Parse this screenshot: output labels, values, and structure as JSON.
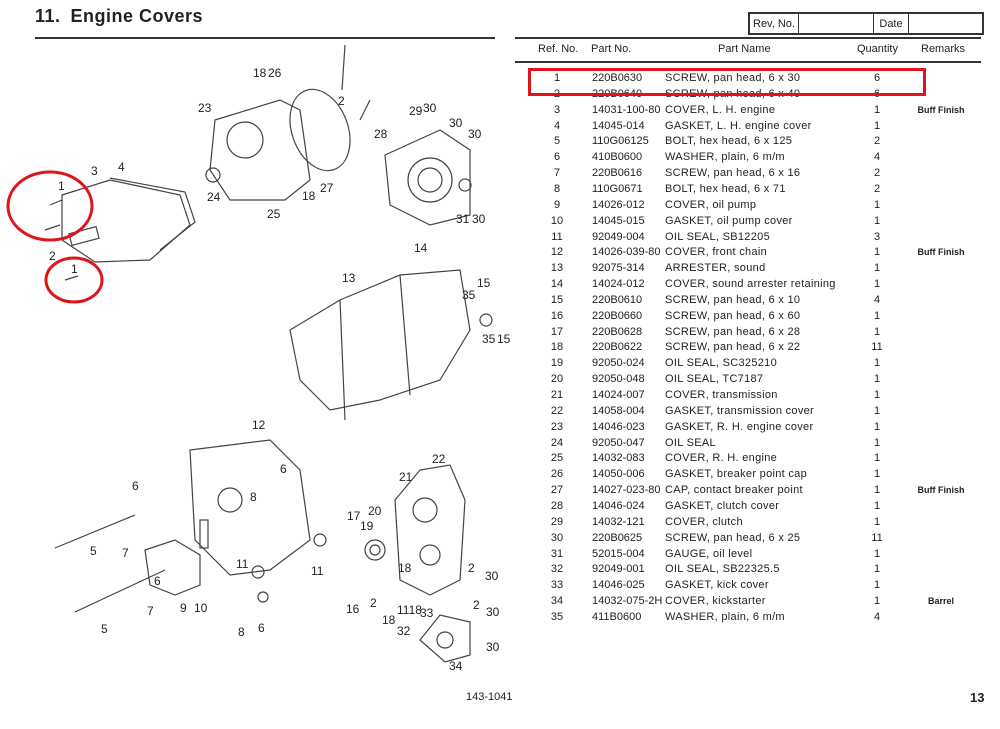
{
  "header": {
    "section_number": "11.",
    "title": "Engine Covers"
  },
  "rev_box": {
    "rev_label": "Rev, No.",
    "rev_value": "",
    "date_label": "Date",
    "date_value": ""
  },
  "table": {
    "columns": [
      "Ref. No.",
      "Part No.",
      "Part Name",
      "Quantity",
      "Remarks"
    ],
    "rows": [
      {
        "ref": "1",
        "part_no": "220B0630",
        "name": "SCREW, pan head, 6 x 30",
        "qty": "6",
        "remarks": ""
      },
      {
        "ref": "2",
        "part_no": "220B0640",
        "name": "SCREW, pan head, 6 x 40",
        "qty": "6",
        "remarks": ""
      },
      {
        "ref": "3",
        "part_no": "14031-100-80",
        "name": "COVER, L. H. engine",
        "qty": "1",
        "remarks": "Buff Finish"
      },
      {
        "ref": "4",
        "part_no": "14045-014",
        "name": "GASKET, L. H. engine cover",
        "qty": "1",
        "remarks": ""
      },
      {
        "ref": "5",
        "part_no": "110G06125",
        "name": "BOLT, hex head, 6 x 125",
        "qty": "2",
        "remarks": ""
      },
      {
        "ref": "6",
        "part_no": "410B0600",
        "name": "WASHER, plain, 6 m/m",
        "qty": "4",
        "remarks": ""
      },
      {
        "ref": "7",
        "part_no": "220B0616",
        "name": "SCREW, pan head, 6 x 16",
        "qty": "2",
        "remarks": ""
      },
      {
        "ref": "8",
        "part_no": "110G0671",
        "name": "BOLT, hex head, 6 x 71",
        "qty": "2",
        "remarks": ""
      },
      {
        "ref": "9",
        "part_no": "14026-012",
        "name": "COVER, oil pump",
        "qty": "1",
        "remarks": ""
      },
      {
        "ref": "10",
        "part_no": "14045-015",
        "name": "GASKET, oil pump cover",
        "qty": "1",
        "remarks": ""
      },
      {
        "ref": "11",
        "part_no": "92049-004",
        "name": "OIL SEAL, SB12205",
        "qty": "3",
        "remarks": ""
      },
      {
        "ref": "12",
        "part_no": "14026-039-80",
        "name": "COVER, front chain",
        "qty": "1",
        "remarks": "Buff Finish"
      },
      {
        "ref": "13",
        "part_no": "92075-314",
        "name": "ARRESTER, sound",
        "qty": "1",
        "remarks": ""
      },
      {
        "ref": "14",
        "part_no": "14024-012",
        "name": "COVER, sound arrester retaining",
        "qty": "1",
        "remarks": ""
      },
      {
        "ref": "15",
        "part_no": "220B0610",
        "name": "SCREW, pan head, 6 x 10",
        "qty": "4",
        "remarks": ""
      },
      {
        "ref": "16",
        "part_no": "220B0660",
        "name": "SCREW, pan head, 6 x 60",
        "qty": "1",
        "remarks": ""
      },
      {
        "ref": "17",
        "part_no": "220B0628",
        "name": "SCREW, pan head, 6 x 28",
        "qty": "1",
        "remarks": ""
      },
      {
        "ref": "18",
        "part_no": "220B0622",
        "name": "SCREW, pan head, 6 x 22",
        "qty": "11",
        "remarks": ""
      },
      {
        "ref": "19",
        "part_no": "92050-024",
        "name": "OIL SEAL, SC325210",
        "qty": "1",
        "remarks": ""
      },
      {
        "ref": "20",
        "part_no": "92050-048",
        "name": "OIL SEAL, TC7187",
        "qty": "1",
        "remarks": ""
      },
      {
        "ref": "21",
        "part_no": "14024-007",
        "name": "COVER, transmission",
        "qty": "1",
        "remarks": ""
      },
      {
        "ref": "22",
        "part_no": "14058-004",
        "name": "GASKET, transmission cover",
        "qty": "1",
        "remarks": ""
      },
      {
        "ref": "23",
        "part_no": "14046-023",
        "name": "GASKET, R. H. engine cover",
        "qty": "1",
        "remarks": ""
      },
      {
        "ref": "24",
        "part_no": "92050-047",
        "name": "OIL SEAL",
        "qty": "1",
        "remarks": ""
      },
      {
        "ref": "25",
        "part_no": "14032-083",
        "name": "COVER, R. H. engine",
        "qty": "1",
        "remarks": ""
      },
      {
        "ref": "26",
        "part_no": "14050-006",
        "name": "GASKET, breaker point cap",
        "qty": "1",
        "remarks": ""
      },
      {
        "ref": "27",
        "part_no": "14027-023-80",
        "name": "CAP, contact breaker point",
        "qty": "1",
        "remarks": "Buff Finish"
      },
      {
        "ref": "28",
        "part_no": "14046-024",
        "name": "GASKET, clutch cover",
        "qty": "1",
        "remarks": ""
      },
      {
        "ref": "29",
        "part_no": "14032-121",
        "name": "COVER, clutch",
        "qty": "1",
        "remarks": ""
      },
      {
        "ref": "30",
        "part_no": "220B0625",
        "name": "SCREW, pan head, 6 x 25",
        "qty": "11",
        "remarks": ""
      },
      {
        "ref": "31",
        "part_no": "52015-004",
        "name": "GAUGE, oil level",
        "qty": "1",
        "remarks": ""
      },
      {
        "ref": "32",
        "part_no": "92049-001",
        "name": "OIL SEAL, SB22325.5",
        "qty": "1",
        "remarks": ""
      },
      {
        "ref": "33",
        "part_no": "14046-025",
        "name": "GASKET, kick cover",
        "qty": "1",
        "remarks": ""
      },
      {
        "ref": "34",
        "part_no": "14032-075-2H",
        "name": "COVER, kickstarter",
        "qty": "1",
        "remarks": "Barrel"
      },
      {
        "ref": "35",
        "part_no": "411B0600",
        "name": "WASHER, plain, 6 m/m",
        "qty": "4",
        "remarks": ""
      }
    ]
  },
  "diagram": {
    "callouts": [
      "18",
      "26",
      "2",
      "23",
      "28",
      "29",
      "30",
      "30",
      "30",
      "3",
      "4",
      "1",
      "24",
      "18",
      "27",
      "25",
      "31",
      "30",
      "2",
      "1",
      "14",
      "13",
      "15",
      "35",
      "35",
      "15",
      "12",
      "6",
      "8",
      "22",
      "21",
      "6",
      "20",
      "17",
      "19",
      "5",
      "7",
      "6",
      "11",
      "11",
      "18",
      "2",
      "30",
      "7",
      "9",
      "10",
      "16",
      "2",
      "1118",
      "33",
      "2",
      "30",
      "5",
      "8",
      "6",
      "18",
      "32",
      "30",
      "34"
    ],
    "annotation_color": "#e0151b"
  },
  "footer": {
    "code": "143-1041",
    "page": "13"
  }
}
